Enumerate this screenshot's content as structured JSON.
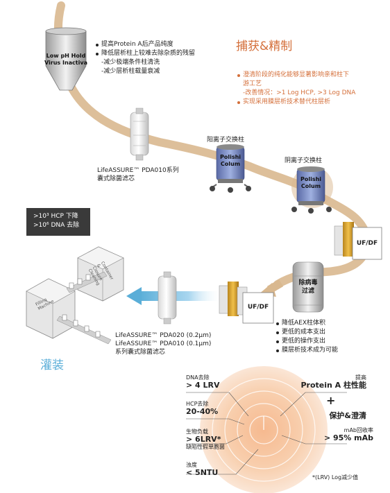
{
  "header": {
    "title": "捕获&精制"
  },
  "steps": {
    "virus_inactivation": {
      "label_line1": "Low pH Hold",
      "label_line2": "Virus Inactivation"
    },
    "protein_a_notes": [
      {
        "text": "提高Protein A后产品纯度",
        "bullet": true
      },
      {
        "text": "降低层析柱上较难去除杂质的残留",
        "bullet": true
      },
      {
        "text": "-减少极端条件柱清洗",
        "bullet": false
      },
      {
        "text": "-减少层析柱载量衰减",
        "bullet": false
      }
    ],
    "capture_notes": [
      {
        "text": "澄清阶段的纯化能够显著影响亲和柱下",
        "bullet": true
      },
      {
        "text": "游工艺",
        "bullet": false
      },
      {
        "text": "-改善情况：>1 Log HCP, >3 Log DNA",
        "bullet": false
      },
      {
        "text": "实现采用膜层析技术替代柱层析",
        "bullet": true
      }
    ],
    "filter1_caption": [
      "LifeASSURE™ PDA010系列",
      "囊式除菌滤芯"
    ],
    "anion_column": {
      "title": "阳离子交换柱",
      "label1": "Polishi",
      "label2": "Colum"
    },
    "cation_column": {
      "title": "阴离子交换柱",
      "label1": "Polishi",
      "label2": "Colum"
    },
    "uf_df_1": "UF/DF",
    "virus_filter": {
      "line1": "除病毒",
      "line2": "过滤"
    },
    "uf_df_2": "UF/DF",
    "dark_box": [
      "&gt;10³ HCP 下降",
      "&gt;10⁶ DNA 去除"
    ],
    "dark_box_text": [
      ">10³ HCP 下降",
      ">10⁶ DNA 去除"
    ],
    "container_label": [
      "Container",
      "& Closure",
      "Cleaning"
    ],
    "filling_label": [
      "Filling",
      "Machine"
    ],
    "filter2_caption": [
      "LifeASSURE™ PDA020 (0.2μm)",
      "LifeASSURE™ PDA010 (0.1μm)",
      "系列囊式除菌滤芯"
    ],
    "fill_title": "灌装",
    "aex_notes": [
      {
        "text": "降低AEX柱体积",
        "bullet": true
      },
      {
        "text": "更低的成本支出",
        "bullet": true
      },
      {
        "text": "更低的操作支出",
        "bullet": true
      },
      {
        "text": "膜层析技术成为可能",
        "bullet": true
      }
    ]
  },
  "summary": {
    "left": [
      {
        "label": "DNA去除",
        "value": "> 4 LRV"
      },
      {
        "label": "HCP去除",
        "value": "20-40%"
      },
      {
        "label": "生物负载",
        "value": "> 6LRV*",
        "note": "缺陷性假单胞菌"
      },
      {
        "label": "浊度",
        "value": "< 5NTU"
      }
    ],
    "right_top": {
      "line1": "提高",
      "line2": "Protein A 柱性能"
    },
    "plus": "+",
    "right_mid": "保护&澄清",
    "right_bottom": {
      "label": "mAb回收率",
      "value": "> 95% mAb"
    },
    "footnote": "*(LRV) Log减少值"
  },
  "colors": {
    "path": "#d9b88f",
    "accent": "#d46f3a",
    "fill_blue": "#5aaed8",
    "dark_box": "#3a3a3a",
    "column_blue": "#6d7fb8",
    "gold": "#d8a830"
  }
}
